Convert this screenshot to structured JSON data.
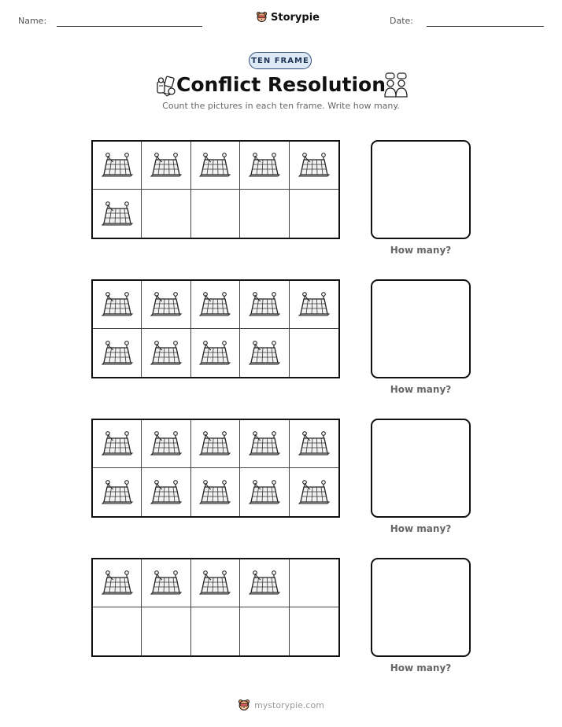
{
  "header": {
    "name_label": "Name:",
    "date_label": "Date:",
    "brand": "Storypie"
  },
  "badge": "TEN FRAME",
  "title": "Conflict Resolution",
  "instructions": "Count the pictures in each ten frame. Write how many.",
  "answer_label": "How many?",
  "frames": [
    {
      "count": 6
    },
    {
      "count": 9
    },
    {
      "count": 10
    },
    {
      "count": 4
    }
  ],
  "icons": {
    "frame_picture": "playground-sandbox-icon",
    "title_left": "toys-icon",
    "title_right": "two-people-talking-icon",
    "brand_logo": "storypie-bear-icon"
  },
  "footer": "mystorypie.com"
}
